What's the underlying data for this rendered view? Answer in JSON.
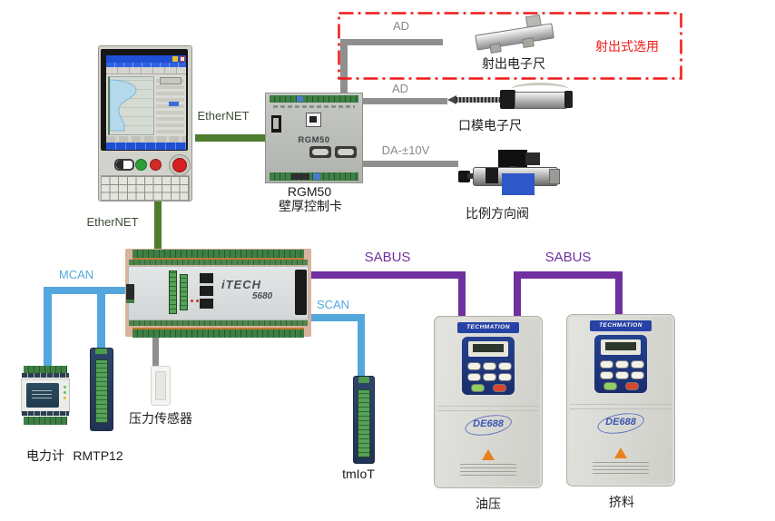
{
  "colors": {
    "green_line": "#4e7d2e",
    "green_text": "#3f4d37",
    "gray_line": "#8f8f8f",
    "gray_text": "#8a8a8a",
    "blue": "#54a7dd",
    "purple": "#7030a0",
    "red": "#f01818",
    "label_text": "#1d1d1d"
  },
  "connections": {
    "ethernet": "EtherNET",
    "ad": "AD",
    "da": "DA-±10V",
    "mcan": "MCAN",
    "scan": "SCAN",
    "sabus": "SABUS"
  },
  "nodes": {
    "rgm50": {
      "board_text": "RGM50",
      "title": "RGM50",
      "subtitle": "壁厚控制卡"
    },
    "optional_zone": {
      "note": "射出式选用"
    },
    "injection_ruler": {
      "label": "射出电子尺"
    },
    "die_ruler": {
      "label": "口模电子尺"
    },
    "valve": {
      "label": "比例方向阀"
    },
    "itech": {
      "brand": "iTECH",
      "model": "5680"
    },
    "power_meter": {
      "label": "电力计"
    },
    "rmtp12": {
      "label": "RMTP12"
    },
    "pressure_sensor": {
      "label": "压力传感器"
    },
    "tmiot": {
      "label": "tmIoT"
    },
    "inverter_oil": {
      "brand": "TECHMATION",
      "logo": "DE688",
      "label": "油压"
    },
    "inverter_extrude": {
      "brand": "TECHMATION",
      "logo": "DE688",
      "label": "挤料"
    }
  }
}
